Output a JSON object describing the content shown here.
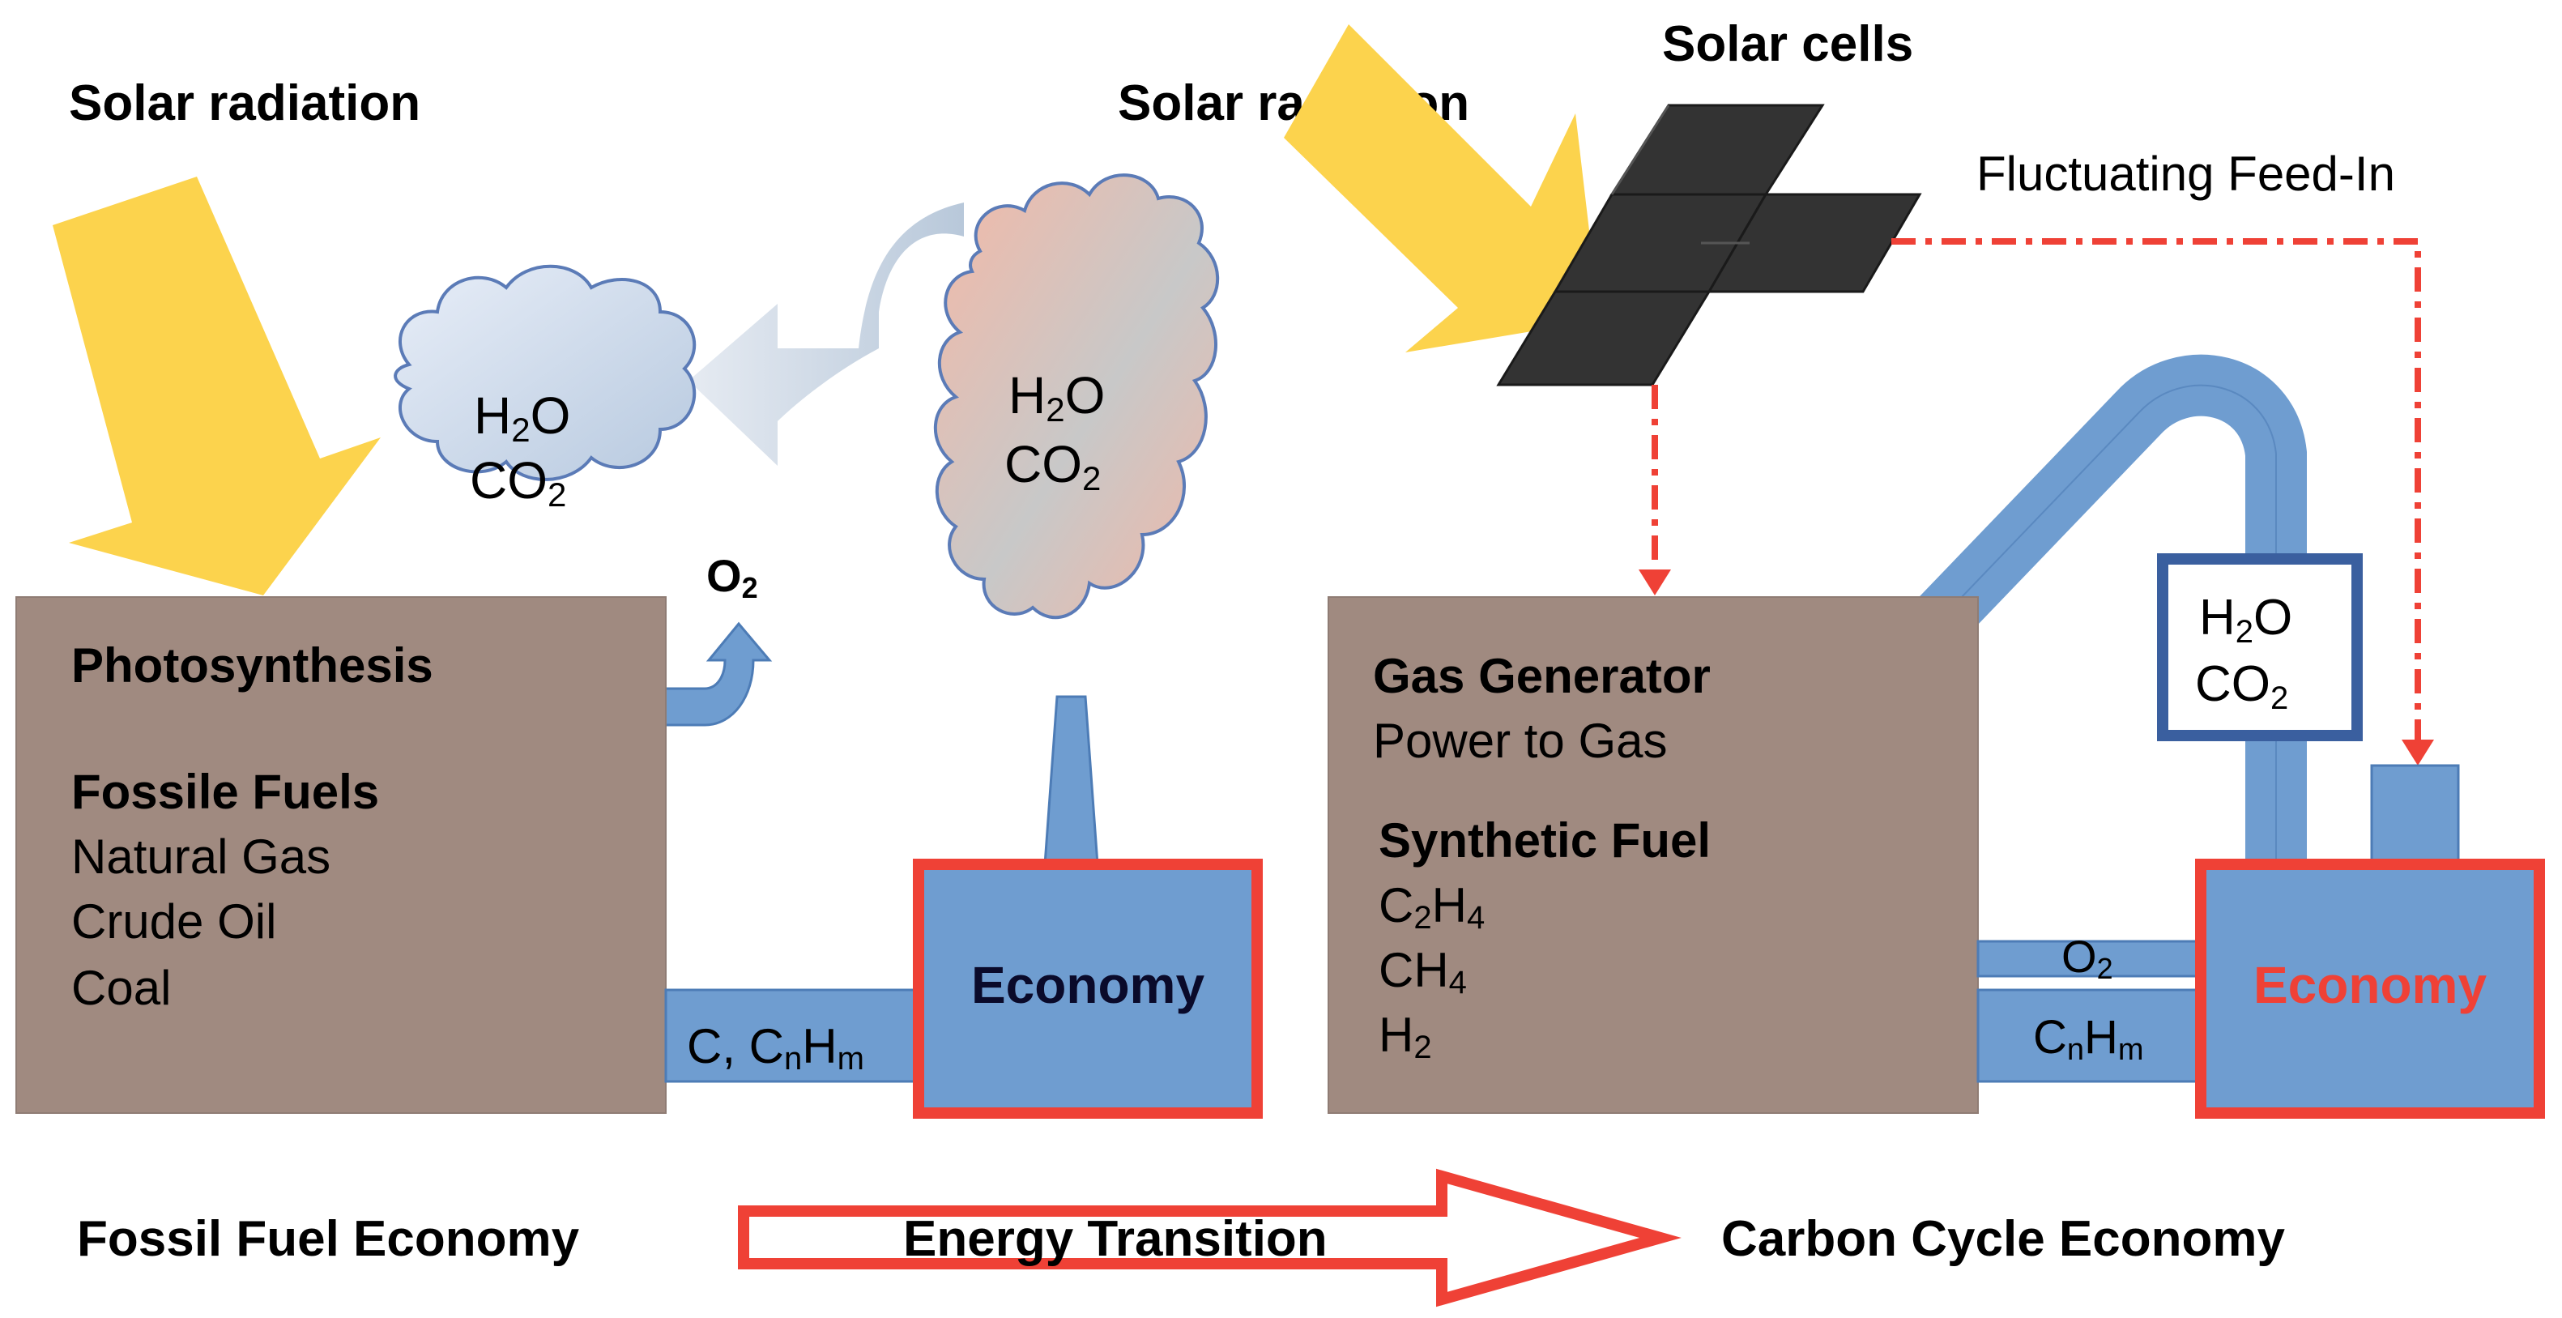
{
  "left": {
    "solar_label": "Solar radiation",
    "cloud": {
      "h2o": "H",
      "h2o_sub": "2",
      "h2o_end": "O",
      "co2": "CO",
      "co2_sub": "2"
    },
    "o2": {
      "main": "O",
      "sub": "2"
    },
    "box": {
      "heading": "Photosynthesis",
      "fossil_heading": "Fossile Fuels",
      "items": [
        "Natural Gas",
        "Crude Oil",
        "Coal"
      ]
    },
    "pipe_label": {
      "a": "C, C",
      "n": "n",
      "h": "H",
      "m": "m"
    },
    "emission_cloud": {
      "h2o": "H",
      "h2o_sub": "2",
      "h2o_end": "O",
      "co2": "CO",
      "co2_sub": "2"
    },
    "economy": "Economy"
  },
  "right": {
    "solar_label": "Solar radiation",
    "solar_cells_label": "Solar cells",
    "feed_in_label": "Fluctuating Feed-In",
    "box": {
      "heading": "Gas Generator",
      "subheading": "Power to Gas",
      "synthetic_heading": "Synthetic Fuel",
      "items": [
        {
          "a": "C",
          "s1": "2",
          "b": "H",
          "s2": "4"
        },
        {
          "a": "CH",
          "s1": "4",
          "b": "",
          "s2": ""
        },
        {
          "a": "H",
          "s1": "2",
          "b": "",
          "s2": ""
        }
      ]
    },
    "tank": {
      "h2o": "H",
      "h2o_sub": "2",
      "h2o_end": "O",
      "co2": "CO",
      "co2_sub": "2"
    },
    "o2": {
      "main": "O",
      "sub": "2"
    },
    "cnhm": {
      "a": "C",
      "n": "n",
      "h": "H",
      "m": "m"
    },
    "economy": "Economy"
  },
  "bottom": {
    "left_label": "Fossil Fuel Economy",
    "arrow_label": "Energy Transition",
    "right_label": "Carbon Cycle Economy"
  },
  "colors": {
    "brown": "#a08a80",
    "blue": "#6f9dd0",
    "pipe": "#6f9dd0",
    "red": "#ef4136",
    "yellow": "#fcd34d",
    "panel": "#333333",
    "tank_border": "#3a5f9f"
  }
}
